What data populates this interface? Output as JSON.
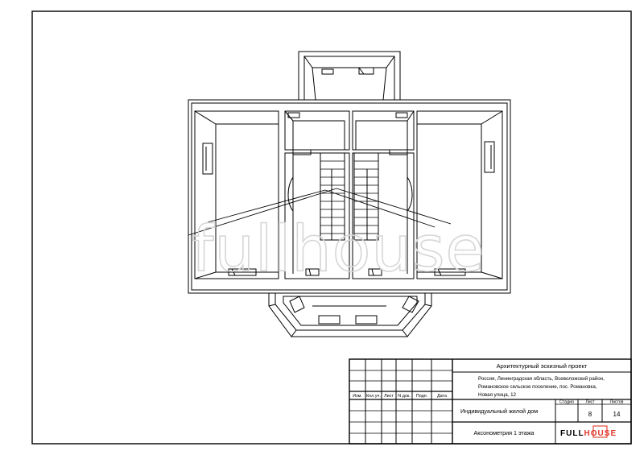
{
  "watermark": {
    "text": "fullhouse"
  },
  "title_block": {
    "project_type": "Архитектурный эскизный проект",
    "address": [
      "Россия, Ленинградская область, Всеволожский район,",
      "Романовское сельское поселение, пос. Романовка,",
      "Новая улица, 12"
    ],
    "object_name": "Индивидуальный жилой дом",
    "sheet_title": "Аксонометрия 1 этажа",
    "revision_headers": [
      "Изм.",
      "Кол.уч.",
      "Лист",
      "N док.",
      "Подп.",
      "Дата"
    ],
    "stage_label": "Стадия",
    "sheet_label": "Лист",
    "sheets_label": "Листов",
    "stage_value": "",
    "sheet_value": "8",
    "sheets_value": "14",
    "logo": {
      "part1": "FULL",
      "part2": "HOUSE",
      "accent_color": "#e03a2f"
    }
  }
}
